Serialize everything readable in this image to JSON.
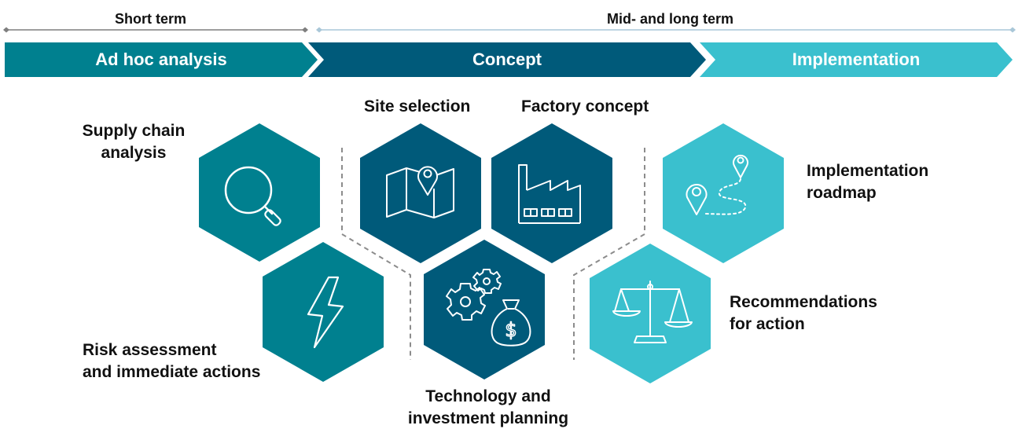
{
  "timeline": {
    "short_term": "Short term",
    "mid_long_term": "Mid- and long term"
  },
  "phases": [
    {
      "label": "Ad hoc analysis",
      "color": "#00808F"
    },
    {
      "label": "Concept",
      "color": "#005A7A"
    },
    {
      "label": "Implementation",
      "color": "#3AC0CE"
    }
  ],
  "modules": {
    "supply_chain": {
      "line1": "Supply chain",
      "line2": "analysis",
      "icon": "magnifier-icon"
    },
    "risk": {
      "line1": "Risk assessment",
      "line2": "and immediate actions",
      "icon": "lightning-icon"
    },
    "site": {
      "line1": "Site selection",
      "icon": "map-pin-icon"
    },
    "factory": {
      "line1": "Factory concept",
      "icon": "factory-icon"
    },
    "technology": {
      "line1": "Technology and",
      "line2": "investment planning",
      "icon": "gears-money-icon"
    },
    "roadmap": {
      "line1": "Implementation",
      "line2": "roadmap",
      "icon": "route-icon"
    },
    "recommendations": {
      "line1": "Recommendations",
      "line2": "for action",
      "icon": "scales-icon"
    }
  },
  "colors": {
    "teal": "#00808F",
    "navy": "#005A7A",
    "light": "#3AC0CE",
    "timeline_line": "#7f7f7f",
    "timeline_line_light": "#a9c7d8",
    "divider": "#8c8c8c"
  }
}
